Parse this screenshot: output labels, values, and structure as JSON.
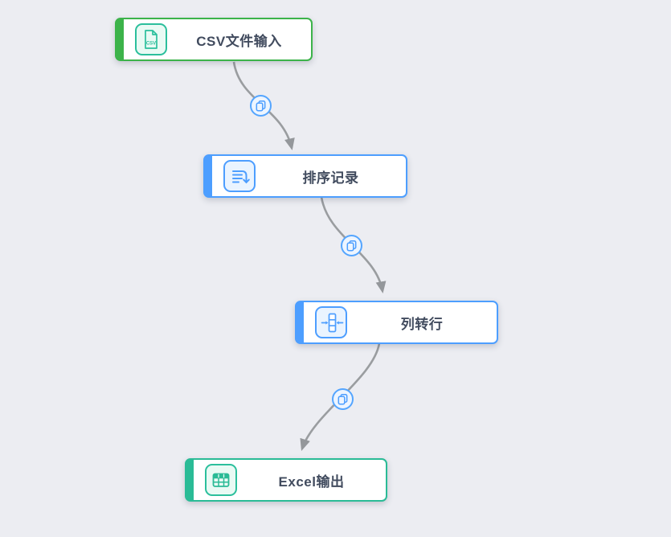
{
  "canvas": {
    "background_color": "#ecedf2",
    "connector_color": "#9a9da0"
  },
  "nodes": [
    {
      "label": "CSV文件输入",
      "type": "csv-file-input",
      "icon": "csv-file-icon",
      "accent_color": "#3cb34a",
      "icon_color": "#2bbf9c",
      "icon_bg": "#e9faf4",
      "icon_text": "CSV"
    },
    {
      "label": "排序记录",
      "type": "sort-rows",
      "icon": "sort-rows-icon",
      "accent_color": "#4d9eff",
      "icon_color": "#4d9eff",
      "icon_bg": "#eaf4ff"
    },
    {
      "label": "列转行",
      "type": "column-to-row",
      "icon": "column-to-row-icon",
      "accent_color": "#4d9eff",
      "icon_color": "#4d9eff",
      "icon_bg": "#eaf4ff"
    },
    {
      "label": "Excel输出",
      "type": "excel-output",
      "icon": "excel-table-icon",
      "accent_color": "#2abb96",
      "icon_color": "#2abb96",
      "icon_bg": "#e9faf4"
    }
  ],
  "hops": [
    {
      "from": "CSV文件输入",
      "to": "排序记录",
      "badge_icon": "copy-icon"
    },
    {
      "from": "排序记录",
      "to": "列转行",
      "badge_icon": "copy-icon"
    },
    {
      "from": "列转行",
      "to": "Excel输出",
      "badge_icon": "copy-icon"
    }
  ]
}
